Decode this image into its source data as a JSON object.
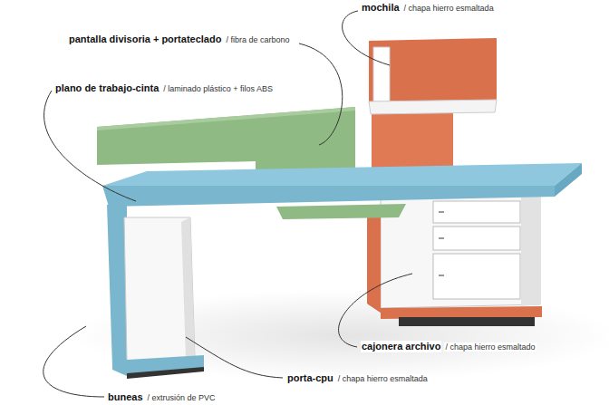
{
  "diagram": {
    "labels": [
      "mochila",
      "/ chapa hierro esmaltada",
      "pantalla divisoria + portateclado",
      "/ fibra de carbono",
      "plano de trabajo-cinta",
      "/ laminado plástico + filos ABS",
      "cajonera archivo",
      "/ chapa hierro esmaltado",
      "porta-cpu",
      "/ chapa hierro esmaltada",
      "buneas",
      "/ extrusión de PVC"
    ]
  }
}
